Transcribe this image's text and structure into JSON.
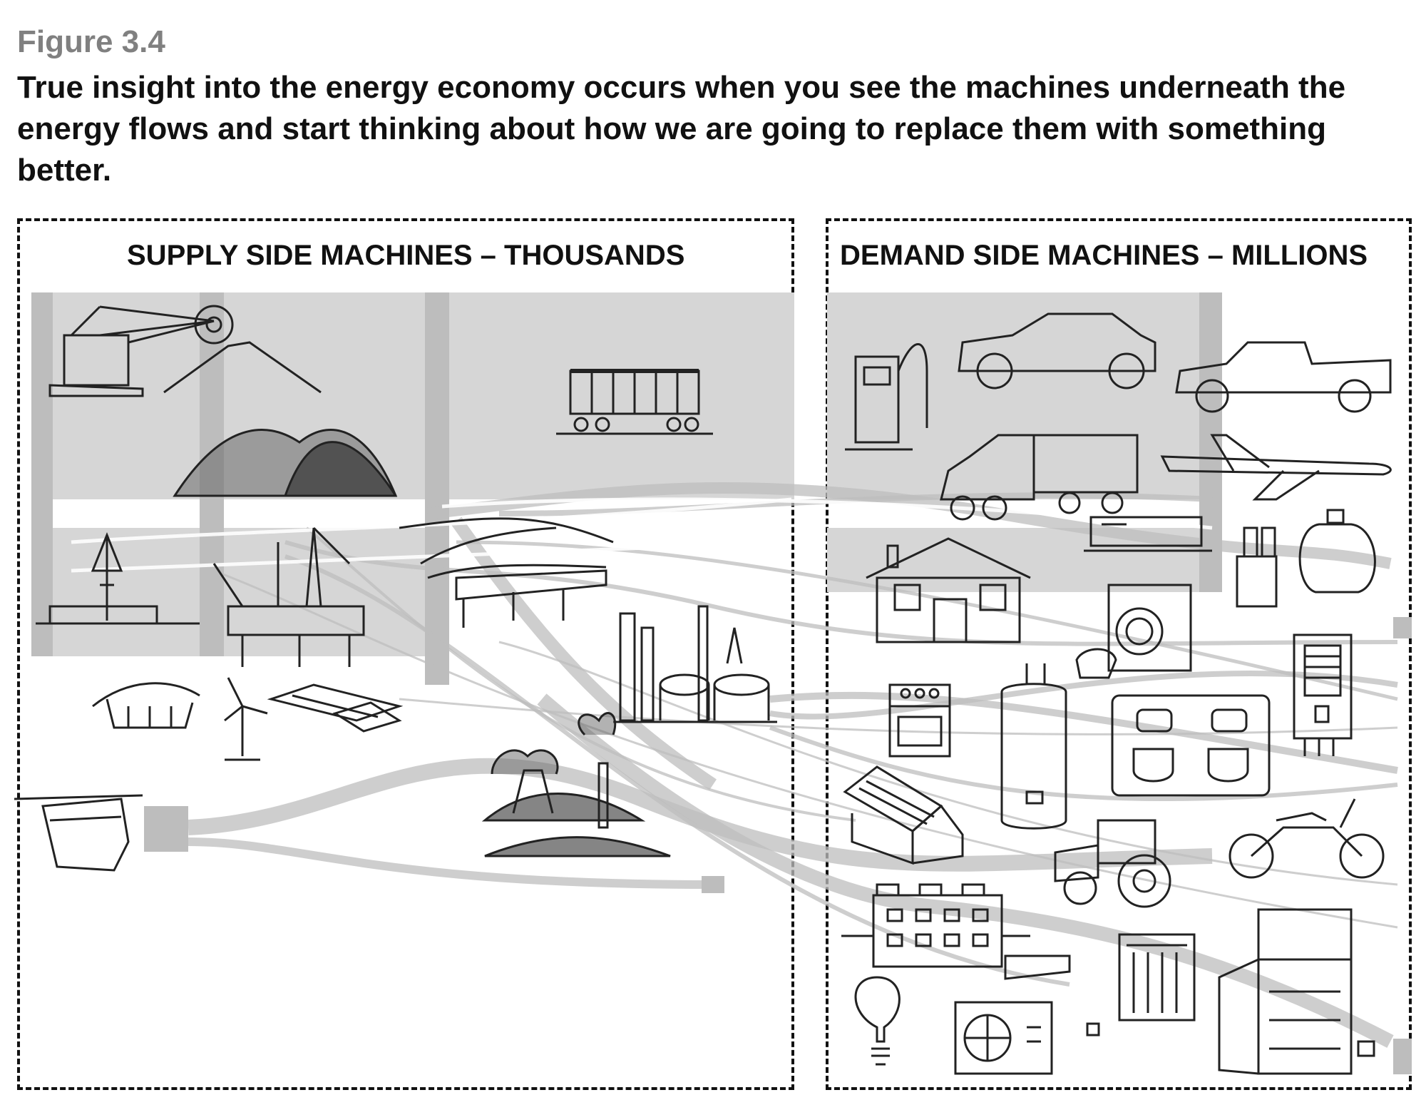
{
  "figure": {
    "label": "Figure 3.4",
    "title": "True insight into the energy economy occurs when you see the machines underneath the energy flows and start thinking about how we are going to replace them with something better."
  },
  "panels": {
    "supply": {
      "title": "SUPPLY SIDE MACHINES – THOUSANDS"
    },
    "demand": {
      "title": "DEMAND SIDE MACHINES – MILLIONS"
    }
  },
  "colors": {
    "band": "#d0d0d0",
    "flow": "#b8b8b8",
    "ink": "#222222",
    "border": "#111111",
    "label_gray": "#808080"
  },
  "illustrations": {
    "supply": [
      "bucket-wheel-excavator",
      "coal-piles",
      "coal-rail-car",
      "onshore-oil-rig",
      "offshore-oil-platform",
      "pipeline",
      "hydro-dam",
      "wind-turbine",
      "solar-farm",
      "oil-tanker-ship",
      "oil-refinery",
      "coal-power-plant"
    ],
    "demand": [
      "fuel-pump",
      "suv-car",
      "pickup-truck",
      "semi-truck",
      "airplane",
      "locomotive",
      "house",
      "furnace",
      "propane-tank",
      "clothes-dryer",
      "breaker-panel",
      "stove",
      "water-heater",
      "power-outlet",
      "solar-house",
      "tractor",
      "motorcycle",
      "commercial-building",
      "light-bulb",
      "heat-pump",
      "mini-split-ac",
      "baseboard-heater",
      "refrigerator"
    ]
  }
}
